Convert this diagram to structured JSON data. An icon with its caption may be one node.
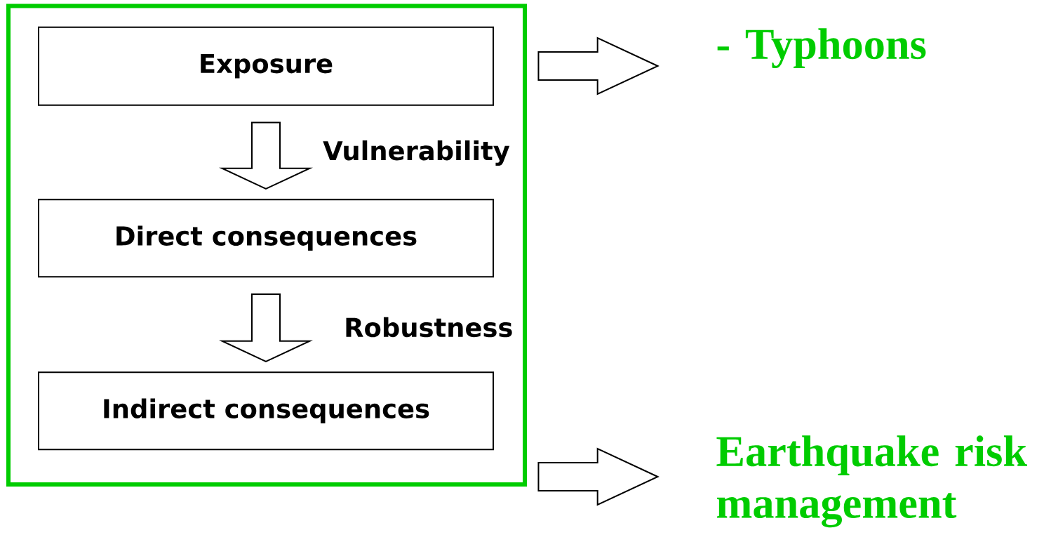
{
  "diagram": {
    "nodes": [
      {
        "text": [],
        "shape": "box"
      },
      {
        "text": [
          "Exposure"
        ],
        "in": 0
      },
      {
        "text": [
          "Direct consequences"
        ],
        "in": 0
      },
      {
        "text": [
          "Indirect consequences"
        ],
        "in": 0
      },
      {
        "text": [
          "- Typhoons"
        ]
      },
      {
        "text": [
          "Earthquake risk management"
        ]
      }
    ],
    "edges": [
      {
        "from": 1,
        "to": 2,
        "arrow": "to",
        "label": "Vulnerability"
      },
      {
        "from": 2,
        "to": 3,
        "arrow": "to",
        "label": "Robustness"
      },
      {
        "from": 0,
        "to": 4,
        "arrow": "to"
      },
      {
        "from": 0,
        "to": 5,
        "arrow": "to"
      }
    ]
  }
}
